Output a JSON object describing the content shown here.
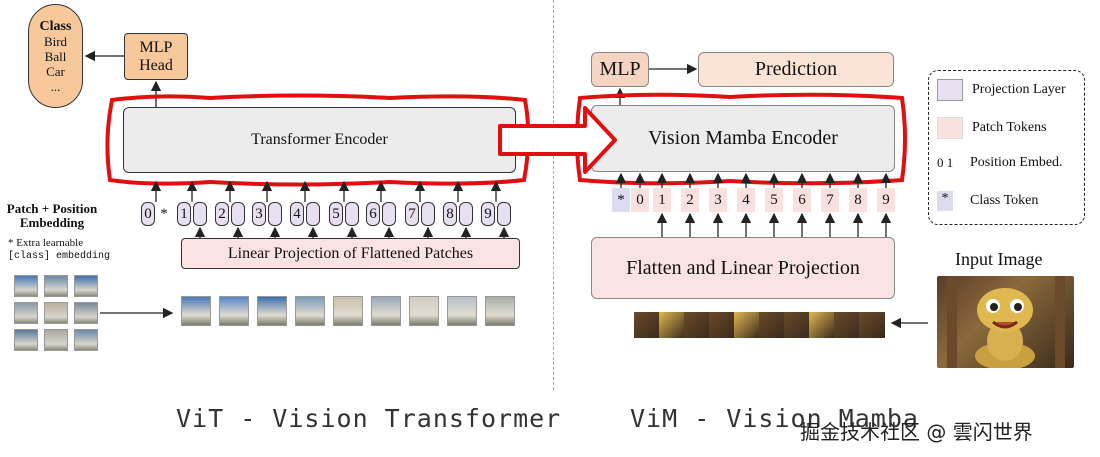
{
  "vit": {
    "class_box": {
      "title": "Class",
      "items": [
        "Bird",
        "Ball",
        "Car",
        "..."
      ]
    },
    "mlp_head": [
      "MLP",
      "Head"
    ],
    "encoder": "Transformer Encoder",
    "patch_label": [
      "Patch + Position",
      "Embedding"
    ],
    "extra_note": [
      "* Extra learnable",
      "[class] embedding"
    ],
    "tokens": [
      "0",
      "1",
      "2",
      "3",
      "4",
      "5",
      "6",
      "7",
      "8",
      "9"
    ],
    "class_marker": "*",
    "linear_projection": "Linear Projection of Flattened Patches",
    "caption": "ViT - Vision Transformer"
  },
  "vim": {
    "mlp": "MLP",
    "prediction": "Prediction",
    "encoder": "Vision Mamba Encoder",
    "tokens": [
      "0",
      "1",
      "2",
      "3",
      "4",
      "5",
      "6",
      "7",
      "8",
      "9"
    ],
    "class_marker": "*",
    "flatten": "Flatten and Linear Projection",
    "input_image": "Input Image",
    "caption": "ViM - Vision Mamba"
  },
  "legend": {
    "items": [
      {
        "label": "Projection Layer",
        "symbol": ""
      },
      {
        "label": "Patch Tokens",
        "symbol": ""
      },
      {
        "label": "Position Embed.",
        "symbol": "0 1"
      },
      {
        "label": "Class Token",
        "symbol": "*"
      }
    ]
  },
  "watermark": "掘金技术社区 @ 雲闪世界",
  "colors": {
    "class_box": "#f7c99a",
    "mlp_head": "#f7c99a",
    "encoder_fill": "#ececec",
    "highlight": "#e01010",
    "projection_fill": "#fbe3e3",
    "prediction_fill": "#fbe3d6",
    "vit_token": "#e8dff0",
    "projection_layer": "#e8e0f0",
    "patch_token": "#fbe0e0",
    "class_token": "#dcdcf0"
  }
}
